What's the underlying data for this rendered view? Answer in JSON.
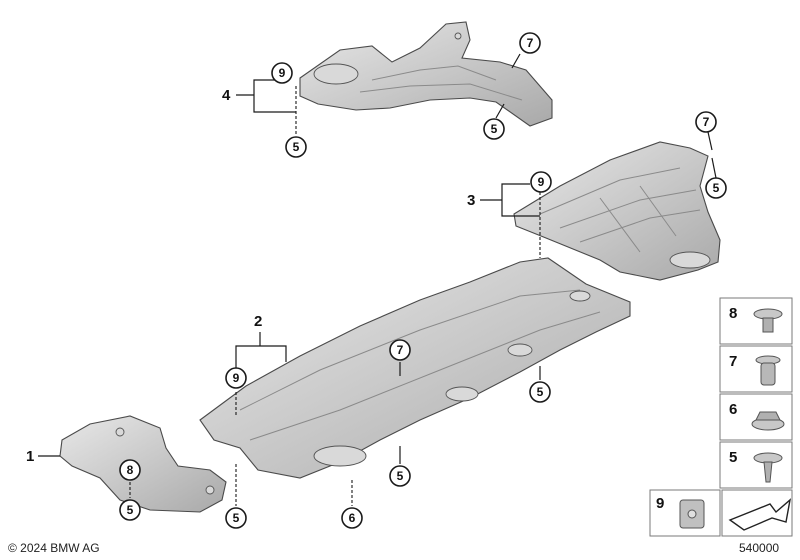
{
  "callouts": {
    "c4_9": "9",
    "c4_5": "5",
    "c4_7": "7",
    "c4_5b": "5",
    "c3_9": "9",
    "c3_7": "7",
    "c3_5": "5",
    "c2_9": "9",
    "c2_7": "7",
    "c2_5a": "5",
    "c2_5b": "5",
    "c2_6": "6",
    "c2_5c": "5",
    "c1_8": "8",
    "c1_5": "5"
  },
  "groups": {
    "g1": "1",
    "g2": "2",
    "g3": "3",
    "g4": "4"
  },
  "legend": {
    "b8": "8",
    "b7": "7",
    "b6": "6",
    "b5": "5",
    "b9": "9"
  },
  "footer": {
    "copyright": "© 2024 BMW AG",
    "part_number": "540000"
  }
}
